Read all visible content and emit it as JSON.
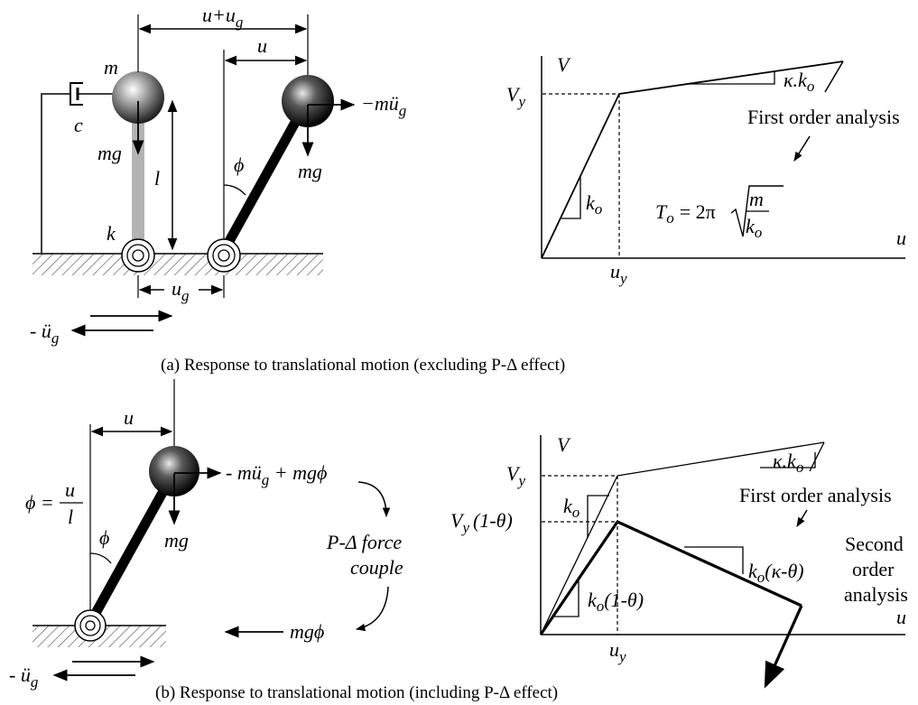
{
  "part_a": {
    "caption": "(a) Response to translational motion (excluding P-Δ effect)",
    "pendulum": {
      "label_u_plus_ug": "u+u",
      "label_g": "g",
      "label_u": "u",
      "label_m": "m",
      "label_c": "c",
      "label_mg_left": "mg",
      "label_l": "l",
      "label_k": "k",
      "label_phi": "ϕ",
      "label_mg_right": "mg",
      "label_inertia": "−mü",
      "label_ug": "u",
      "label_ground_acc": "- ü"
    },
    "chart": {
      "label_V": "V",
      "label_Vy": "V",
      "label_y": "y",
      "label_u_axis": "u",
      "label_uy": "u",
      "label_kkappa": "κ.k",
      "label_o": "o",
      "label_ko": "k",
      "label_first_order": "First order analysis",
      "label_period": "T",
      "label_period_eq": "= 2π",
      "label_m": "m",
      "label_k": "k"
    }
  },
  "part_b": {
    "caption": "(b) Response to translational motion (including P-Δ effect)",
    "pendulum": {
      "label_u": "u",
      "label_phi_eq": "ϕ =",
      "label_u_num": "u",
      "label_l_den": "l",
      "label_phi": "ϕ",
      "label_mg": "mg",
      "label_force": "- mü",
      "label_force_tail": " + mgϕ",
      "label_pdelta_1": "P-Δ force",
      "label_pdelta_2": "couple",
      "label_mgphi": "mgϕ",
      "label_ground_acc": "- ü"
    },
    "chart": {
      "label_V": "V",
      "label_Vy": "V",
      "label_y": "y",
      "label_Vy_theta": "(1-θ)",
      "label_u_axis": "u",
      "label_uy": "u",
      "label_kkappa": "κ.k",
      "label_o": "o",
      "label_ko": "k",
      "label_first_order": "First order analysis",
      "label_second_1": "Second",
      "label_second_2": "order",
      "label_second_3": "analysis",
      "label_ko_kappa_theta": "(κ-θ)",
      "label_ko_1_theta": "(1-θ)"
    }
  }
}
